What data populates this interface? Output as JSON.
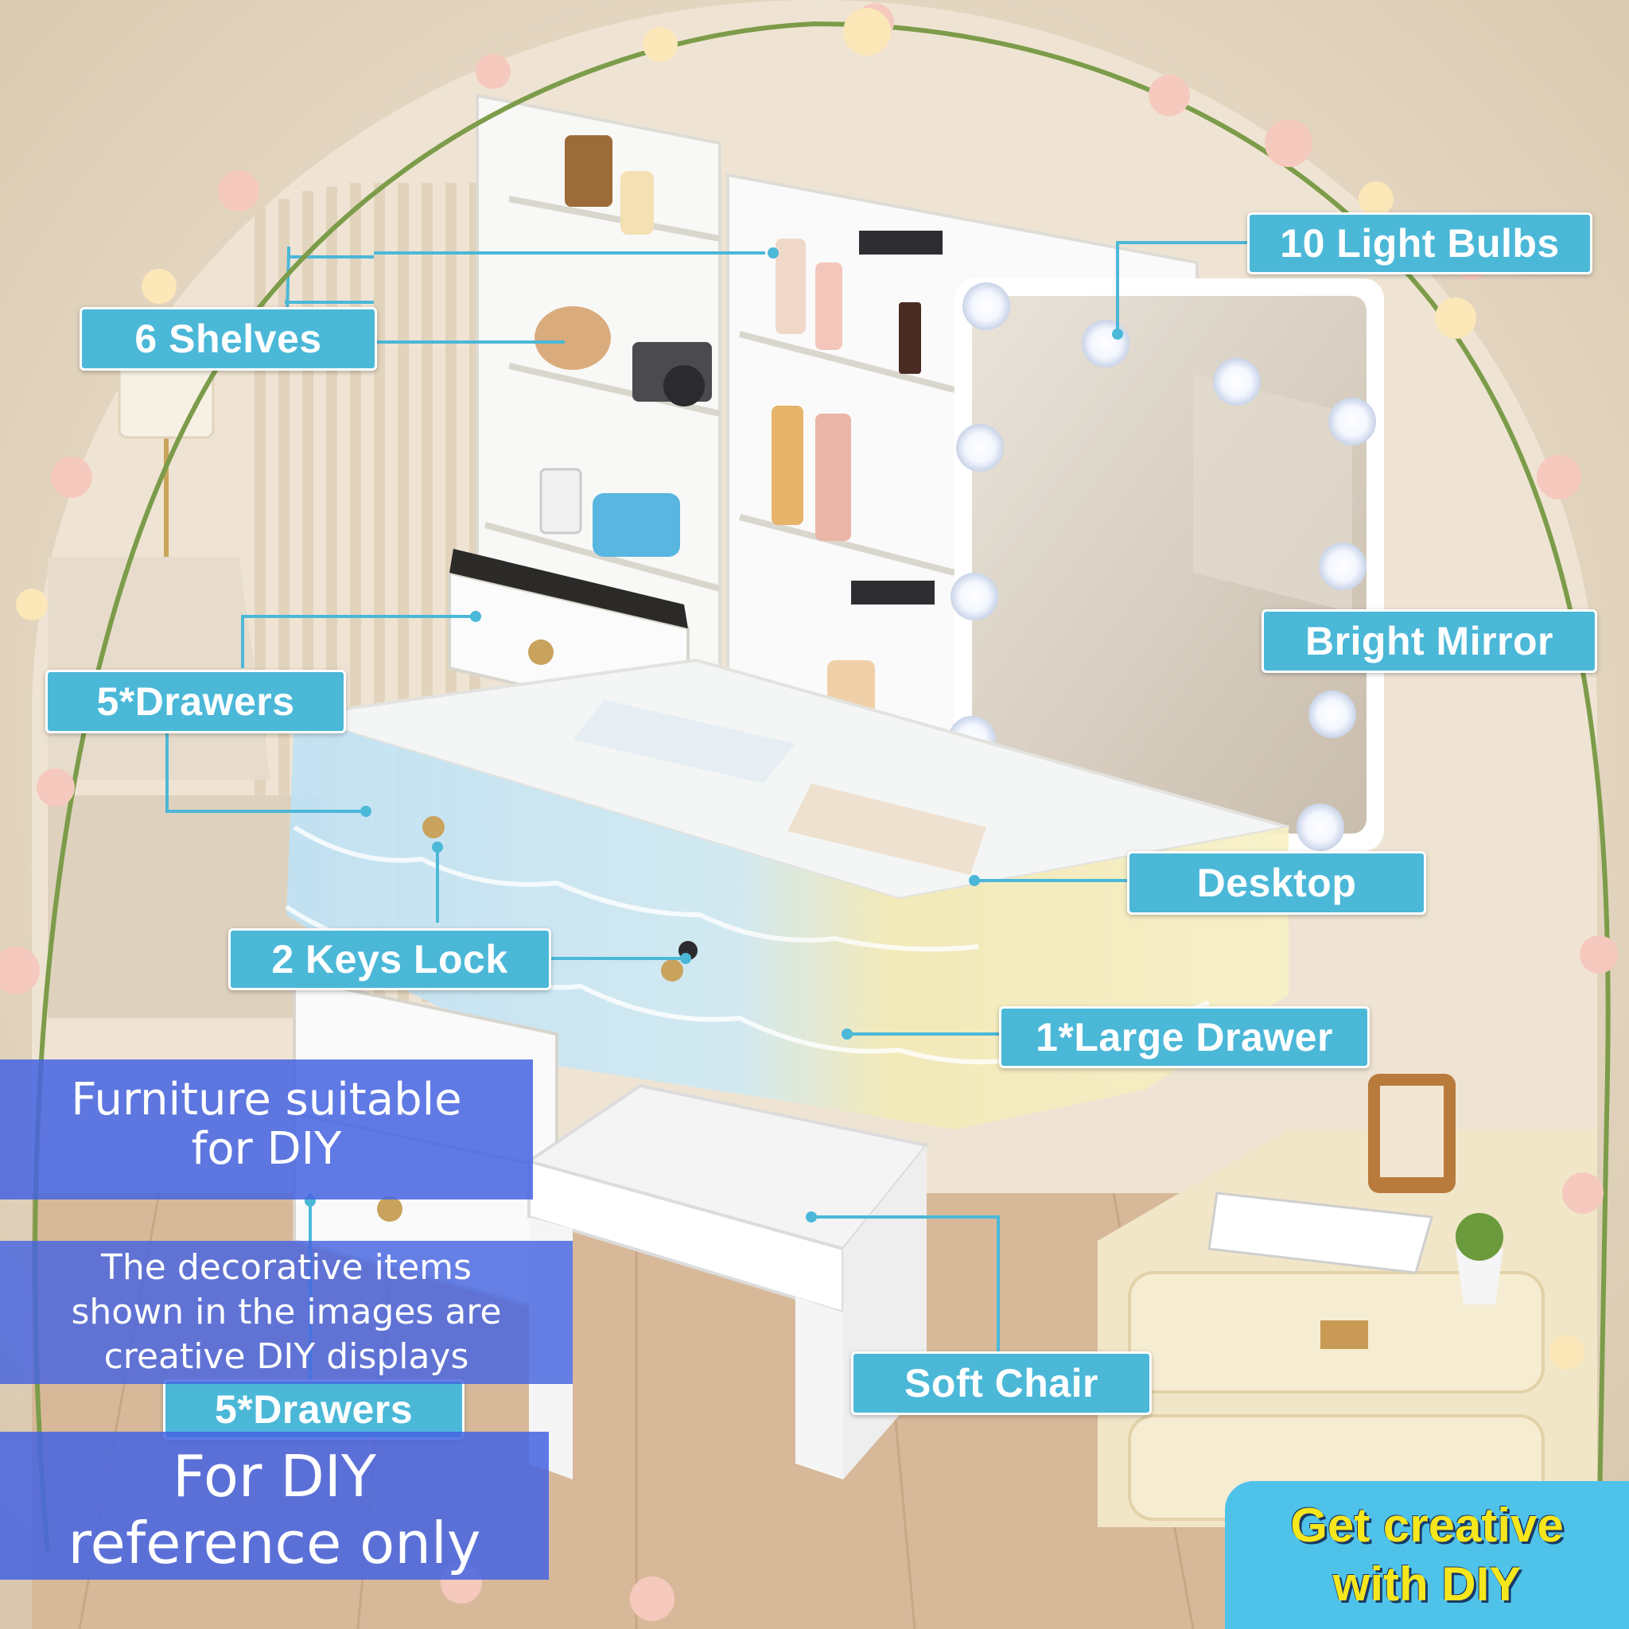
{
  "callouts": {
    "light_bulbs": "10 Light Bulbs",
    "shelves": "6 Shelves",
    "drawers_top": "5*Drawers",
    "bright_mirror": "Bright Mirror",
    "desktop": "Desktop",
    "keys_lock": "2 Keys Lock",
    "large_drawer": "1*Large Drawer",
    "soft_chair": "Soft Chair",
    "drawers_bottom": "5*Drawers"
  },
  "overlays": {
    "furniture_line1": "Furniture suitable",
    "furniture_line2": "for DIY",
    "decorative_line1": "The decorative items",
    "decorative_line2": "shown in the images are",
    "decorative_line3": "creative DIY displays",
    "reference_line1": "For DIY",
    "reference_line2": "reference only"
  },
  "badge": {
    "line1": "Get creative",
    "line2": "with DIY"
  },
  "colors": {
    "callout_bg": "#4bb8d8",
    "overlay_bg": "#4664e1",
    "badge_bg": "#4fc2ea",
    "badge_text": "#f6e61c"
  },
  "icons": [
    "flower-wreath-icon",
    "vanity-table-illustration",
    "mirror-bulb-icon",
    "stool-icon"
  ]
}
